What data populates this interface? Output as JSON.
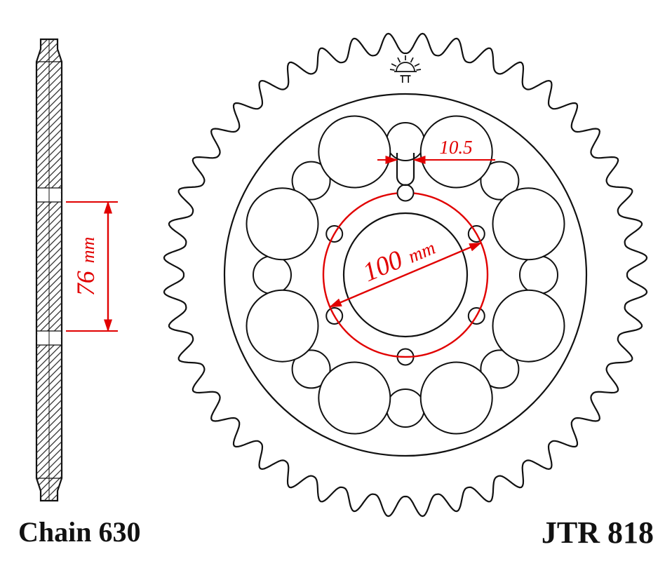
{
  "labels": {
    "chain": "Chain 630",
    "model": "JTR 818"
  },
  "dimensions": {
    "slot_width": {
      "value": "10.5"
    },
    "bolt_circle_diameter": {
      "value": "100",
      "unit": "mm"
    },
    "flange_offset": {
      "value": "76",
      "unit": "mm"
    }
  },
  "colors": {
    "line": "#111111",
    "dimension_red": "#e10000",
    "background": "#ffffff"
  },
  "icons": {
    "logo": "jt-sun-logo"
  }
}
